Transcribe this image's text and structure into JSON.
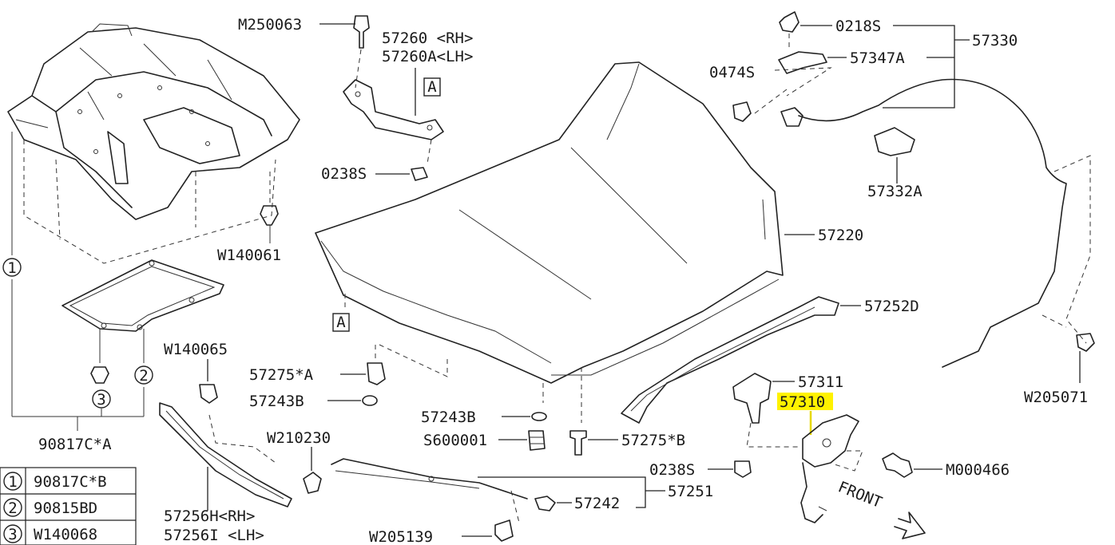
{
  "labels": {
    "m250063": "M250063",
    "p57260_rh": "57260 <RH>",
    "p57260a_lh": "57260A<LH>",
    "ref_a_top": "A",
    "p0238s_top": "0238S",
    "w140061": "W140061",
    "p0218s": "0218S",
    "p57330": "57330",
    "p0474s": "0474S",
    "p57347a": "57347A",
    "p57332a": "57332A",
    "p57220": "57220",
    "p57252d": "57252D",
    "ref_a_hood": "A",
    "w140065": "W140065",
    "p57275a": "57275*A",
    "p57243b_left": "57243B",
    "p57243b_mid": "57243B",
    "s600001": "S600001",
    "p57275b": "57275*B",
    "p57311": "57311",
    "p57310": "57310",
    "w205071": "W205071",
    "m000466": "M000466",
    "p0238s_bottom": "0238S",
    "p57251": "57251",
    "w210230": "W210230",
    "p57242": "57242",
    "p57256h_rh": "57256H<RH>",
    "p57256i_lh": "57256I <LH>",
    "w205139": "W205139",
    "p90817ca": "90817C*A",
    "front": "FRONT",
    "callout_1": "1",
    "callout_2": "2",
    "callout_3": "3"
  },
  "legend": [
    {
      "num": "1",
      "part": "90817C*B"
    },
    {
      "num": "2",
      "part": "90815BD"
    },
    {
      "num": "3",
      "part": "W140068"
    }
  ],
  "highlight": {
    "label": "57310",
    "color": "#fff200"
  }
}
